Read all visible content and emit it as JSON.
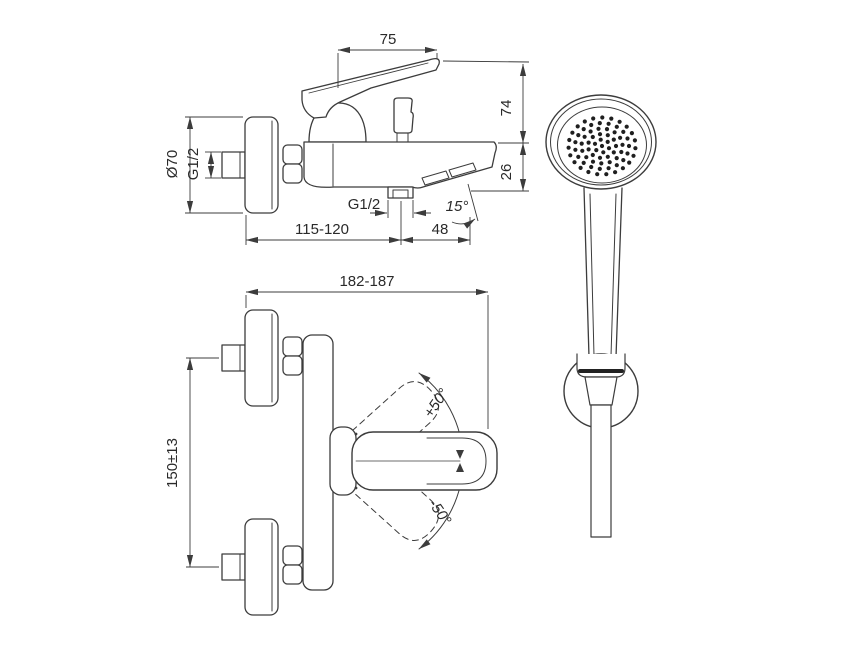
{
  "colors": {
    "background": "#ffffff",
    "line": "#3c3c3c",
    "text": "#2a2a2a",
    "spray_dots": "#1f1f1f"
  },
  "side_view": {
    "lever_length": "75",
    "lever_to_spout_height": "74",
    "spout_tip_height": "26",
    "escutcheon_diameter": "Ø70",
    "inlet_thread": "G1/2",
    "outlet_thread": "G1/2",
    "wall_to_outlet": "115-120",
    "outlet_to_aerator": "48",
    "spout_angle": "15°"
  },
  "top_view": {
    "overall_depth": "182-187",
    "inlet_spacing": "150±13",
    "handle_swing_up": "+50°",
    "handle_swing_down": "-50°"
  }
}
